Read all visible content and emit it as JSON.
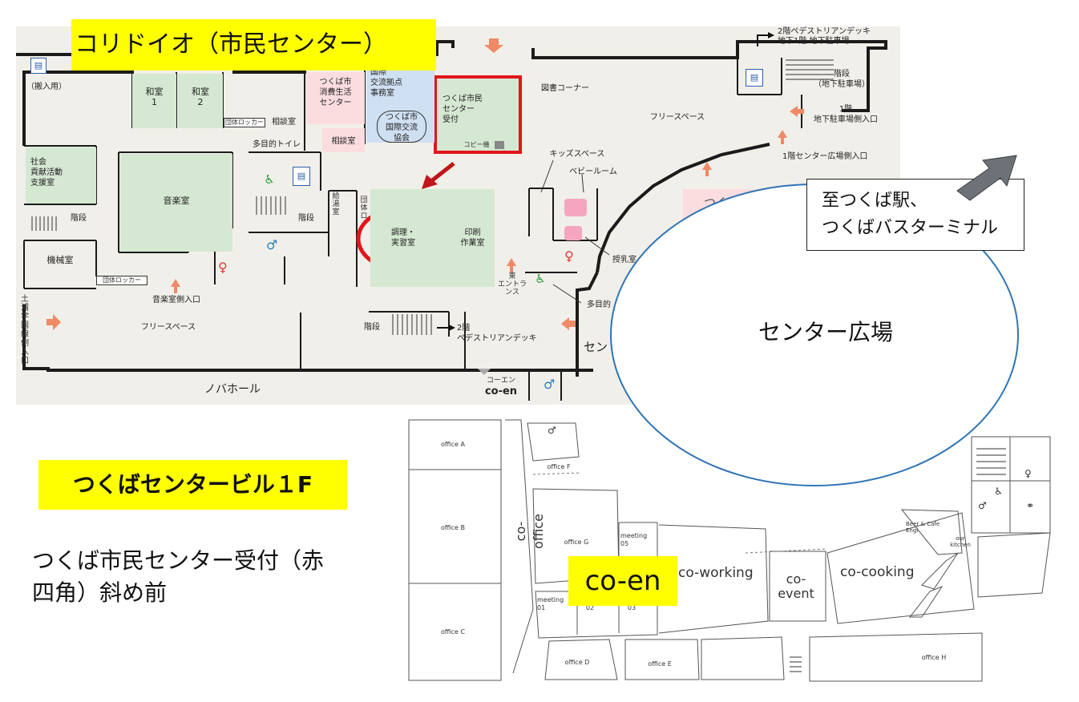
{
  "headline": {
    "title": "コリドイオ（市民センター）",
    "building": "つくばセンタービル１F",
    "note": "つくば市民センター受付（赤\n四角）斜め前",
    "coen_tag": "co-en",
    "station_box": "至つくば駅、\nつくばバスターミナル",
    "plaza": "センター広場"
  },
  "colors": {
    "highlight_yellow": "#ffff00",
    "marker_red": "#e0161b",
    "plaza_outline": "#2f74b5",
    "arrow_gray": "#6d7278",
    "room_green": "#d5e8d2",
    "room_pink": "#fbdde0",
    "room_blue": "#cfe0f2",
    "entrance_arrow": "#ee8a66"
  },
  "upper_floor": {
    "rooms": {
      "washitsu1": "和室\n1",
      "washitsu2": "和室\n2",
      "group_locker_top": "団体ロッカー",
      "consult_top": "相談室",
      "consumer_center": "つくば市\n消費生活\nセンター",
      "consult_mid": "相談室",
      "intl_office": "国際\n交流拠点\n事務室",
      "intl_assoc": "つくば市\n国際交流\n協会",
      "reception": "つくば市民\nセンター\n受付",
      "copier": "コピー機",
      "library": "図書コーナー",
      "free_space_top": "フリースペース",
      "social_support": "社会\n貢献活動\n支援室",
      "music_room": "音楽室",
      "stairs_left": "階段",
      "machine_room": "機械室",
      "group_locker_bottom": "団体ロッカー",
      "multi_toilet": "多目的トイレ",
      "stairs_mid": "階段",
      "kyuto": "給\n湯\n室",
      "dantai": "団\n体\nロ",
      "cooking_room": "調理・\n実習室",
      "print_room": "印刷\n作業室",
      "kids_space": "キッズスペース",
      "baby_room": "ベビールーム",
      "nursing_room": "授乳室",
      "east_entrance": "東\nエントランス",
      "multi_purpose": "多目的",
      "music_entrance": "音楽室側入口",
      "free_space_bottom": "フリースペース",
      "stairs_bottom": "階段",
      "to_2f_deck": "2階\nペデストリアンデッキ",
      "nova_hall": "ノバホール",
      "co_en_kana": "コーエン",
      "co_en_en": "co-en",
      "tsuchiura_entrance": "土\n浦\n学\n園\n線\n側\n入\n口",
      "carry_in": "（搬入用）",
      "deck_top": "2階ペデストリアンデッキ\n地下1階 地下駐車場",
      "stairs_parking": "階段\n（地下駐車場）",
      "parking_entrance": "1階\n地下駐車場側入口",
      "plaza_entrance": "1階センター広場側入口",
      "plaza_partial": "セン",
      "tsuku_partial": "つく"
    }
  },
  "lower_floor": {
    "offices": {
      "office_a": "office A",
      "office_b": "office B",
      "office_c": "office C",
      "office_d": "office D",
      "office_e": "office E",
      "office_f": "office F",
      "office_g": "office G",
      "office_h": "office H",
      "meeting_05": "meeting\n05",
      "meeting_01": "meeting\n01",
      "meeting_02": "02",
      "meeting_03": "03",
      "co_office": "co-office",
      "co_working": "co-working",
      "co_event": "co-\nevent",
      "co_cooking": "co-cooking",
      "beer_cafe": "Beer & Cafe\nEngi",
      "our_kitchen": "our\nkitchen"
    }
  }
}
